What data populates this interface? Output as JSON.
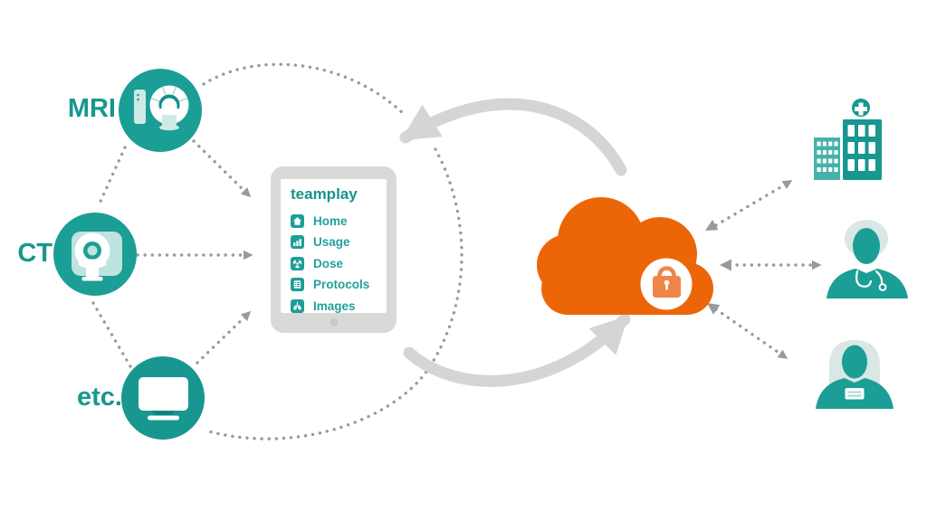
{
  "devices": [
    {
      "label": "MRI",
      "icon": "mri-scanner-icon"
    },
    {
      "label": "CT",
      "icon": "ct-scanner-icon"
    },
    {
      "label": "etc.",
      "icon": "monitor-icon"
    }
  ],
  "tablet": {
    "app_name": "teamplay",
    "menu": [
      {
        "label": "Home",
        "icon": "home-icon"
      },
      {
        "label": "Usage",
        "icon": "bar-chart-icon"
      },
      {
        "label": "Dose",
        "icon": "radiation-icon"
      },
      {
        "label": "Protocols",
        "icon": "list-icon"
      },
      {
        "label": "Images",
        "icon": "lungs-icon"
      }
    ]
  },
  "cloud": {
    "icon": "cloud-icon",
    "badge": "lock-icon"
  },
  "recipients": [
    {
      "icon": "hospital-icon"
    },
    {
      "icon": "doctor-icon"
    },
    {
      "icon": "patient-icon"
    }
  ],
  "colors": {
    "teal": "#17978F",
    "teal_light": "#CFE9E7",
    "orange": "#EC6608",
    "orange_light": "#F08448",
    "arrow_gray": "#D5D5D3",
    "dot_gray": "#9A9A98",
    "tablet_gray": "#D9D9D7"
  }
}
